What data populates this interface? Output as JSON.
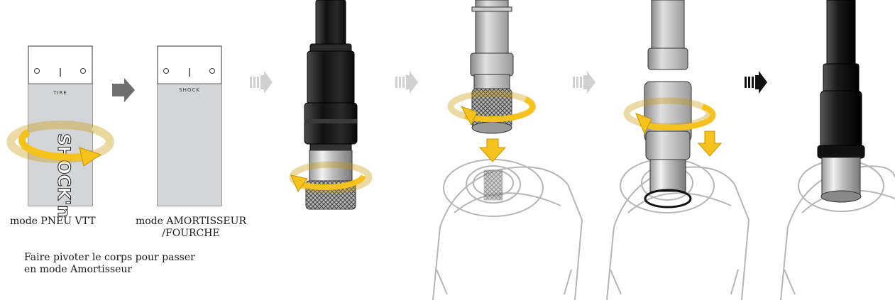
{
  "colors": {
    "arrow_yellow": "#f6c21c",
    "arrow_yellow_dark": "#c89400",
    "body_grey": "#d4d5d6",
    "dark_tool": "#1d1d1d"
  },
  "panels": {
    "tire": {
      "window_label": "TIRE",
      "caption": "mode PNEU VTT"
    },
    "shock": {
      "window_label": "SHOCK",
      "caption_line1": "mode AMORTISSEUR",
      "caption_line2": "/FOURCHE"
    },
    "body_logo": "SHOCK'n",
    "instruction_line1": "Faire pivoter le corps pour passer",
    "instruction_line2": "en mode Amortisseur"
  },
  "steps": [
    {
      "arrow": "dark-grey-block-arrow"
    },
    {
      "arrow": "light-grey-striped-arrow"
    },
    {
      "arrow": "light-grey-striped-arrow"
    },
    {
      "arrow": "light-grey-striped-arrow"
    },
    {
      "arrow": "black-striped-arrow"
    }
  ]
}
